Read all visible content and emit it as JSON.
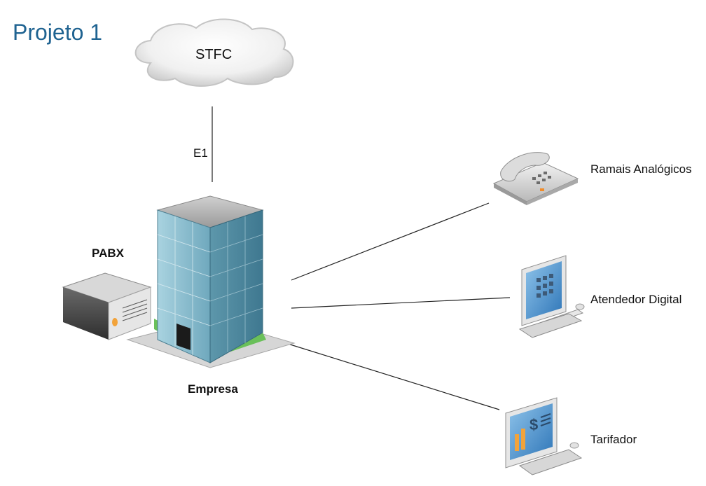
{
  "title": "Projeto 1",
  "nodes": {
    "cloud": "STFC",
    "link": "E1",
    "pabx": "PABX",
    "building": "Empresa",
    "phone": "Ramais Analógicos",
    "attendant": "Atendedor Digital",
    "billing": "Tarifador"
  },
  "colors": {
    "title": "#1f6391",
    "glass": "#7fb3c6",
    "line": "#222222"
  }
}
